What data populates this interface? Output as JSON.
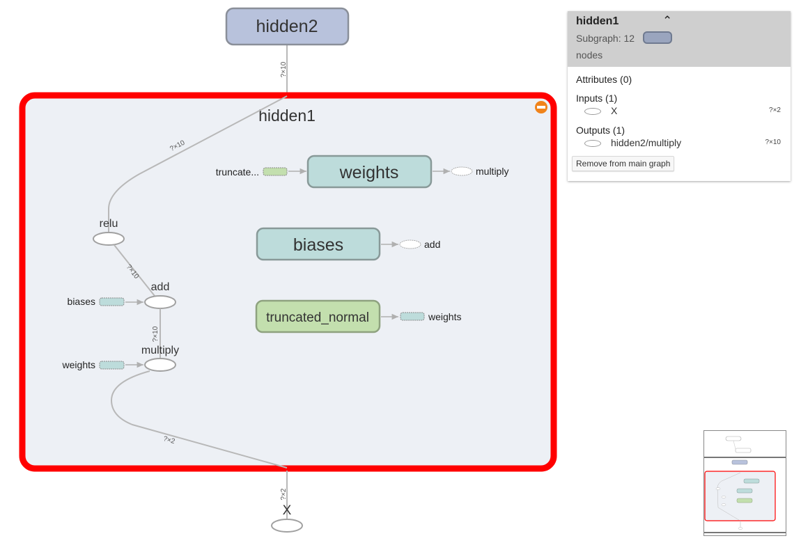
{
  "graph": {
    "top_node": {
      "label": "hidden2"
    },
    "edge_top": {
      "shape": "?×10"
    },
    "scope": {
      "label": "hidden1"
    },
    "edge_scope_in": {
      "shape": "?×10"
    },
    "relu": {
      "label": "relu"
    },
    "edge_add_relu": {
      "shape": "?×10"
    },
    "add": {
      "label": "add"
    },
    "edge_mul_add": {
      "shape": "?×10"
    },
    "multiply": {
      "label": "multiply"
    },
    "edge_bottom_inner": {
      "shape": "?×2"
    },
    "input_biases": {
      "label": "biases"
    },
    "input_weights": {
      "label": "weights"
    },
    "weights_node": {
      "label": "weights",
      "input_label": "truncate...",
      "output_label": "multiply"
    },
    "biases_node": {
      "label": "biases",
      "output_label": "add"
    },
    "truncated_node": {
      "label": "truncated_normal",
      "output_label": "weights"
    },
    "edge_bottom": {
      "shape": "?×2"
    },
    "x_node": {
      "label": "X"
    }
  },
  "info_card": {
    "title": "hidden1",
    "subgraph_label": "Subgraph: 12",
    "subgraph_suffix": "nodes",
    "attributes_label": "Attributes (0)",
    "inputs_label": "Inputs (1)",
    "inputs": [
      {
        "name": "X",
        "shape": "?×2"
      }
    ],
    "outputs_label": "Outputs (1)",
    "outputs": [
      {
        "name": "hidden2/multiply",
        "shape": "?×10"
      }
    ],
    "remove_button": "Remove from main graph"
  },
  "colors": {
    "scope_border": "#ff0000",
    "scope_fill": "#edf0f5",
    "meta_node_fill": "#b8c2dc",
    "variable_fill": "#bddcdb",
    "truncated_fill": "#c3dfae",
    "expand_icon": "#f0831a"
  }
}
